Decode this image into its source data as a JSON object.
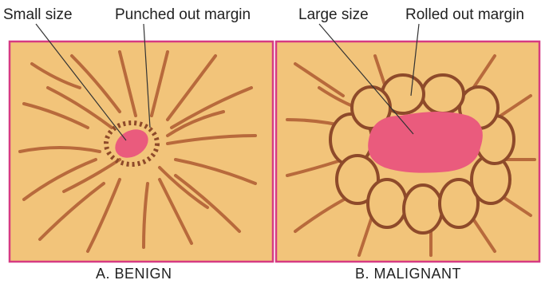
{
  "panels": [
    {
      "labels": {
        "left": "Small size",
        "right": "Punched out margin"
      },
      "caption": "A. BENIGN"
    },
    {
      "labels": {
        "left": "Large size",
        "right": "Rolled out margin"
      },
      "caption": "B. MALIGNANT"
    }
  ],
  "colors": {
    "background": "#f2c47a",
    "frame": "#d63b82",
    "ulcer": "#ea5b7d",
    "tissue_strand": "#b86a3c",
    "pointer_line": "#333333"
  }
}
